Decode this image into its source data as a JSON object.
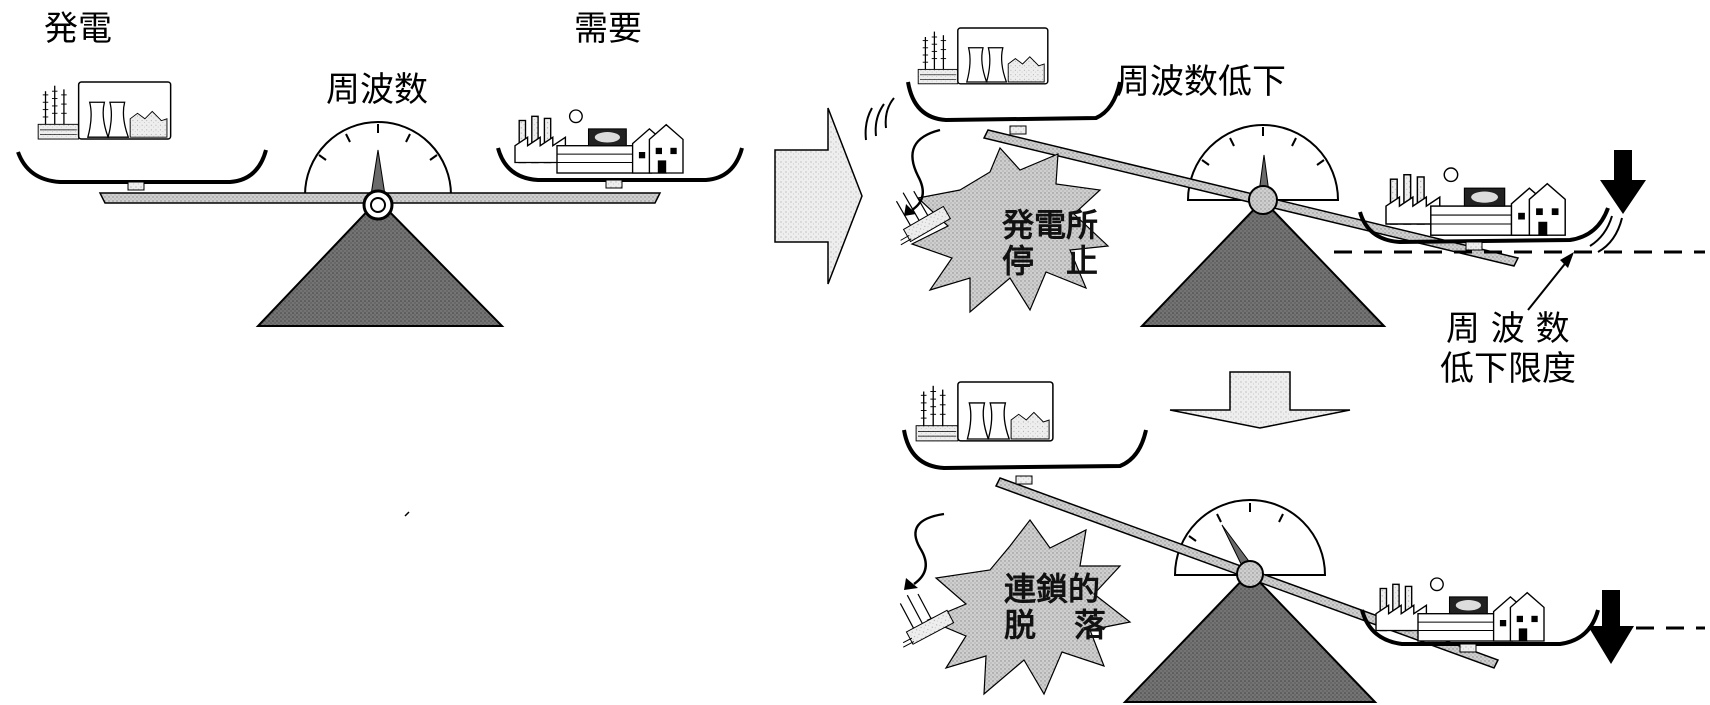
{
  "balanced": {
    "generation_label": "発電",
    "demand_label": "需要",
    "frequency_label": "周波数"
  },
  "stage2": {
    "frequency_drop_label": "周波数低下",
    "burst_line1": "発電所",
    "burst_line2_a": "停",
    "burst_line2_b": "止",
    "limit_line1": "周 波 数",
    "limit_line2": "低下限度"
  },
  "stage3": {
    "burst_line1": "連鎖的",
    "burst_line2_a": "脱",
    "burst_line2_b": "落"
  },
  "colors": {
    "beam_fill": "#b8b8b8",
    "fulcrum_fill": "#6a6a6a",
    "burst_fill": "#c4c4c4",
    "arrow_fill": "#e2e2e2",
    "ink": "#000000"
  }
}
